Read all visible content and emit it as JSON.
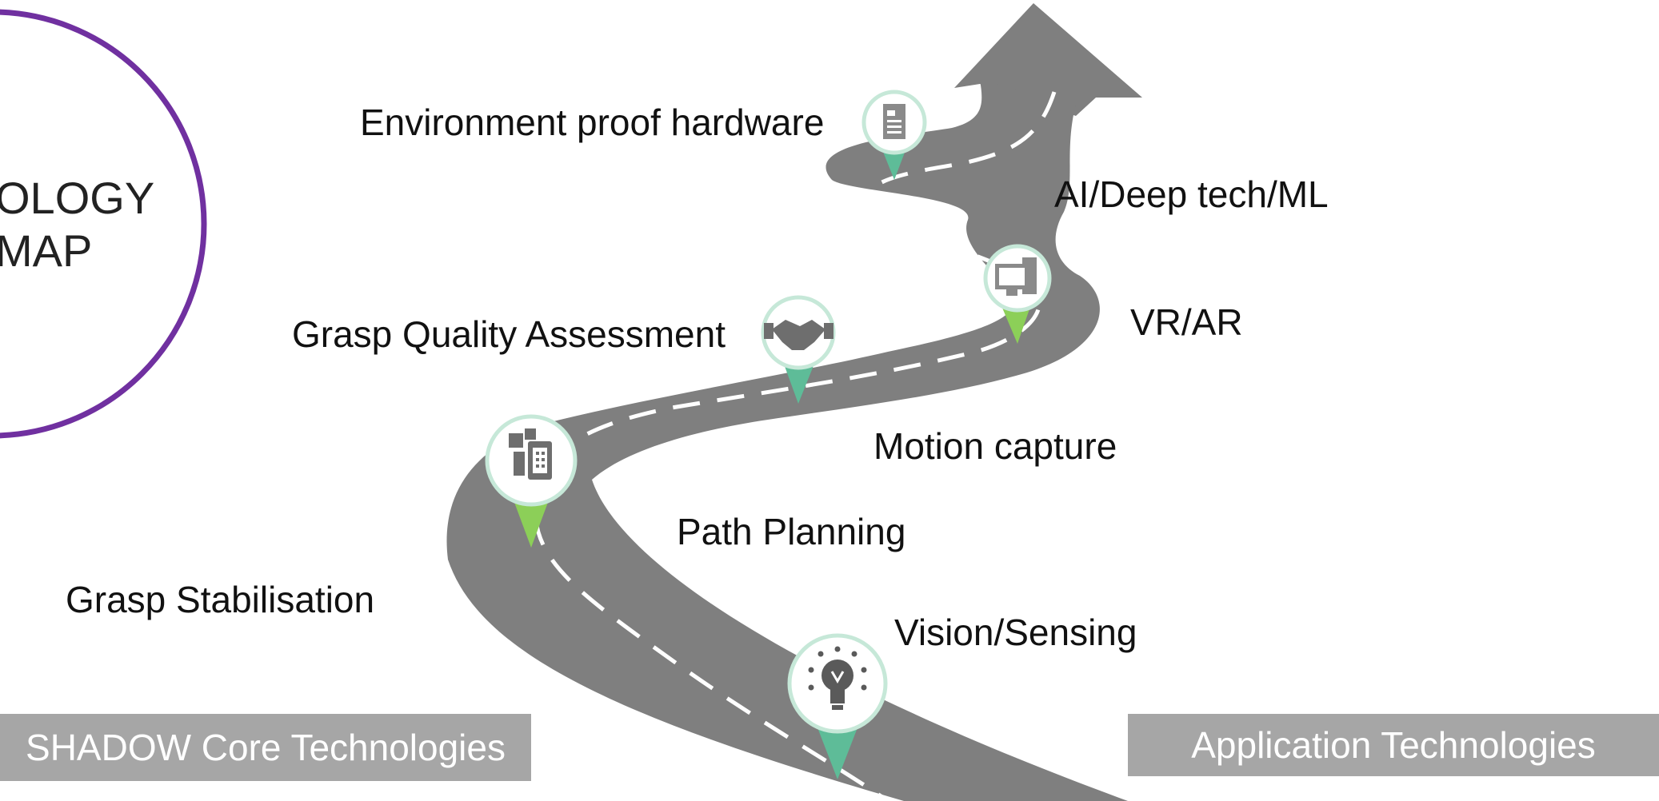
{
  "title_circle": {
    "line1": "OLOGY",
    "line2": "MAP",
    "accent": "#7030a0"
  },
  "milestones": [
    {
      "label": "Environment proof hardware",
      "icon": "document-icon"
    },
    {
      "label": "AI/Deep tech/ML",
      "icon": "computer-icon"
    },
    {
      "label": "VR/AR"
    },
    {
      "label": "Grasp Quality Assessment",
      "icon": "handshake-icon"
    },
    {
      "label": "Motion capture"
    },
    {
      "label": "Path Planning",
      "icon": "devices-icon"
    },
    {
      "label": "Grasp Stabilisation"
    },
    {
      "label": "Vision/Sensing",
      "icon": "lightbulb-icon"
    }
  ],
  "boxes": {
    "left": "SHADOW Core Technologies",
    "right": "Application Technologies"
  },
  "colors": {
    "road": "#7f7f7f",
    "pin_teal": "#5ebc98",
    "pin_green": "#8ccf58",
    "box": "#a6a6a6"
  }
}
